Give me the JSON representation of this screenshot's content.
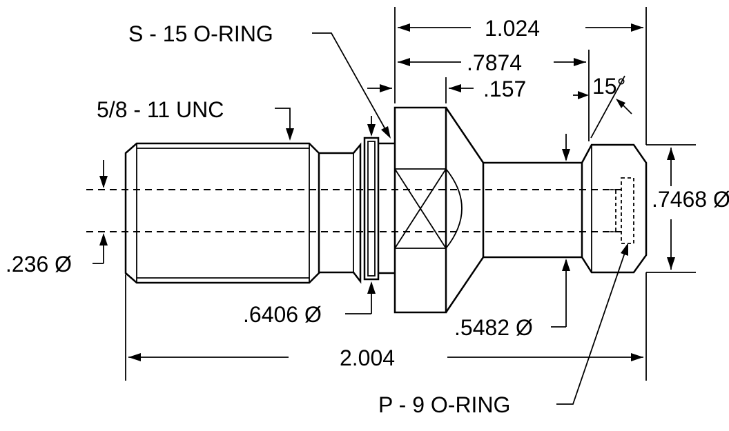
{
  "drawing": {
    "stroke_color": "#000000",
    "background": "#ffffff",
    "labels": {
      "o_ring_s15": "S - 15 O-RING",
      "thread": "5/8 - 11 UNC",
      "dim_overall_right": "1.024",
      "dim_7874": ".7874",
      "dim_157": ".157",
      "angle": "15°",
      "dia_bore": ".236 Ø",
      "dia_flange": ".6406 Ø",
      "dia_neck": ".5482 Ø",
      "dia_head": ".7468 Ø",
      "length_total": "2.004",
      "o_ring_p9": "P - 9 O-RING"
    }
  }
}
